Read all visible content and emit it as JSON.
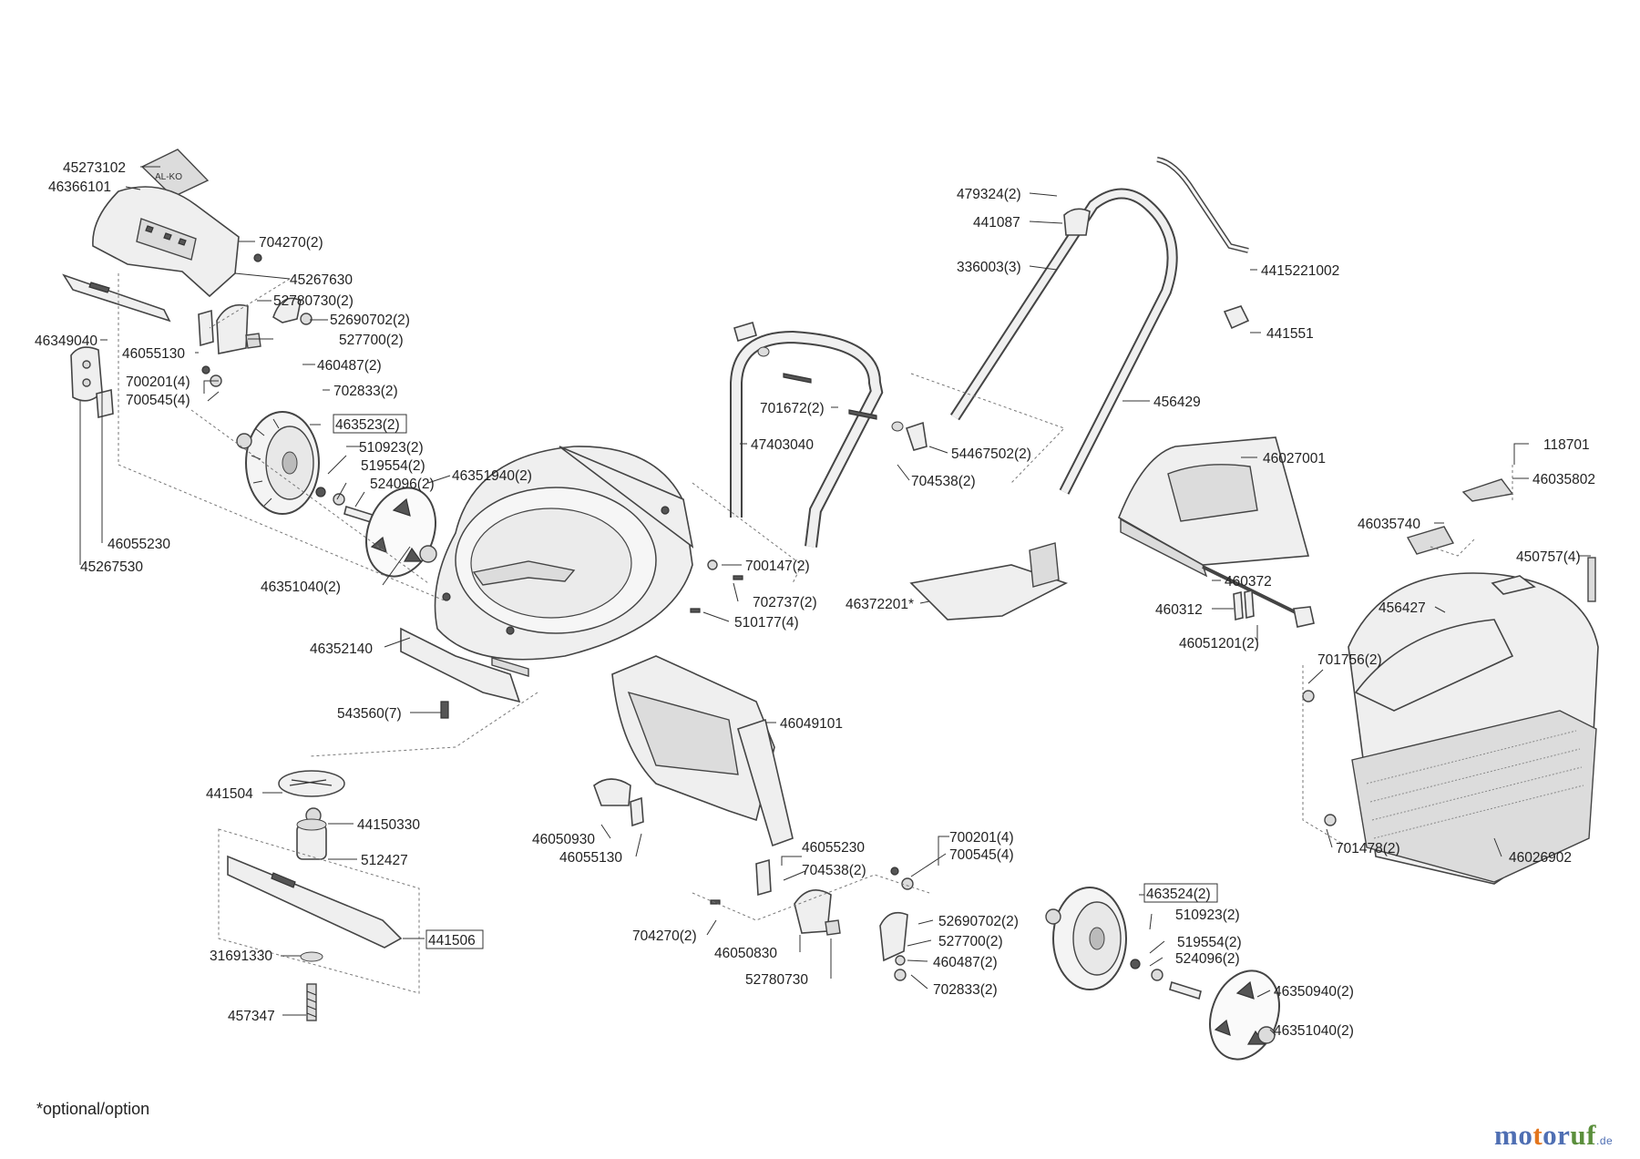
{
  "diagram": {
    "footnote": "*optional/option",
    "brand": {
      "part1": "mo",
      "part2": "t",
      "part3": "or",
      "part4": "uf",
      "tld": ".de"
    },
    "labels": [
      {
        "id": "45273102",
        "text": "45273102"
      },
      {
        "id": "46366101",
        "text": "46366101"
      },
      {
        "id": "704270-top",
        "text": "704270(2)"
      },
      {
        "id": "45267630",
        "text": "45267630"
      },
      {
        "id": "52780730-top",
        "text": "52780730(2)"
      },
      {
        "id": "52690702-top",
        "text": "52690702(2)"
      },
      {
        "id": "46349040",
        "text": "46349040"
      },
      {
        "id": "46055130-top",
        "text": "46055130"
      },
      {
        "id": "527700-top",
        "text": "527700(2)"
      },
      {
        "id": "460487-top",
        "text": "460487(2)"
      },
      {
        "id": "700201-top",
        "text": "700201(4)"
      },
      {
        "id": "700545-top",
        "text": "700545(4)"
      },
      {
        "id": "702833-top",
        "text": "702833(2)"
      },
      {
        "id": "463523",
        "text": "463523(2)"
      },
      {
        "id": "510923-top",
        "text": "510923(2)"
      },
      {
        "id": "519554-top",
        "text": "519554(2)"
      },
      {
        "id": "524096-top",
        "text": "524096(2)"
      },
      {
        "id": "46351940",
        "text": "46351940(2)"
      },
      {
        "id": "46055230-top",
        "text": "46055230"
      },
      {
        "id": "45267530",
        "text": "45267530"
      },
      {
        "id": "46351040-top",
        "text": "46351040(2)"
      },
      {
        "id": "46352140",
        "text": "46352140"
      },
      {
        "id": "543560",
        "text": "543560(7)"
      },
      {
        "id": "441504",
        "text": "441504"
      },
      {
        "id": "44150330",
        "text": "44150330"
      },
      {
        "id": "512427",
        "text": "512427"
      },
      {
        "id": "441506",
        "text": "441506"
      },
      {
        "id": "31691330",
        "text": "31691330"
      },
      {
        "id": "457347",
        "text": "457347"
      },
      {
        "id": "479324",
        "text": "479324(2)"
      },
      {
        "id": "441087",
        "text": "441087"
      },
      {
        "id": "336003",
        "text": "336003(3)"
      },
      {
        "id": "4415221002",
        "text": "4415221002"
      },
      {
        "id": "441551",
        "text": "441551"
      },
      {
        "id": "701672",
        "text": "701672(2)"
      },
      {
        "id": "456429",
        "text": "456429"
      },
      {
        "id": "47403040",
        "text": "47403040"
      },
      {
        "id": "54467502",
        "text": "54467502(2)"
      },
      {
        "id": "704538-top",
        "text": "704538(2)"
      },
      {
        "id": "46027001",
        "text": "46027001"
      },
      {
        "id": "118701",
        "text": "118701"
      },
      {
        "id": "46035802",
        "text": "46035802"
      },
      {
        "id": "46035740",
        "text": "46035740"
      },
      {
        "id": "450757",
        "text": "450757(4)"
      },
      {
        "id": "700147",
        "text": "700147(2)"
      },
      {
        "id": "702737",
        "text": "702737(2)"
      },
      {
        "id": "510177",
        "text": "510177(4)"
      },
      {
        "id": "46372201",
        "text": "46372201*"
      },
      {
        "id": "460372",
        "text": "460372"
      },
      {
        "id": "460312",
        "text": "460312"
      },
      {
        "id": "46051201",
        "text": "46051201(2)"
      },
      {
        "id": "456427",
        "text": "456427"
      },
      {
        "id": "701756",
        "text": "701756(2)"
      },
      {
        "id": "46049101",
        "text": "46049101"
      },
      {
        "id": "46050930",
        "text": "46050930"
      },
      {
        "id": "46055130-bot",
        "text": "46055130"
      },
      {
        "id": "46055230-bot",
        "text": "46055230"
      },
      {
        "id": "704538-bot",
        "text": "704538(2)"
      },
      {
        "id": "700201-bot",
        "text": "700201(4)"
      },
      {
        "id": "700545-bot",
        "text": "700545(4)"
      },
      {
        "id": "463524",
        "text": "463524(2)"
      },
      {
        "id": "701478",
        "text": "701478(2)"
      },
      {
        "id": "46026902",
        "text": "46026902"
      },
      {
        "id": "704270-bot",
        "text": "704270(2)"
      },
      {
        "id": "46050830",
        "text": "46050830"
      },
      {
        "id": "52780730-bot",
        "text": "52780730"
      },
      {
        "id": "52690702-bot",
        "text": "52690702(2)"
      },
      {
        "id": "527700-bot",
        "text": "527700(2)"
      },
      {
        "id": "460487-bot",
        "text": "460487(2)"
      },
      {
        "id": "702833-bot",
        "text": "702833(2)"
      },
      {
        "id": "510923-bot",
        "text": "510923(2)"
      },
      {
        "id": "519554-bot",
        "text": "519554(2)"
      },
      {
        "id": "524096-bot",
        "text": "524096(2)"
      },
      {
        "id": "46350940",
        "text": "46350940(2)"
      },
      {
        "id": "46351040-bot",
        "text": "46351040(2)"
      }
    ]
  }
}
